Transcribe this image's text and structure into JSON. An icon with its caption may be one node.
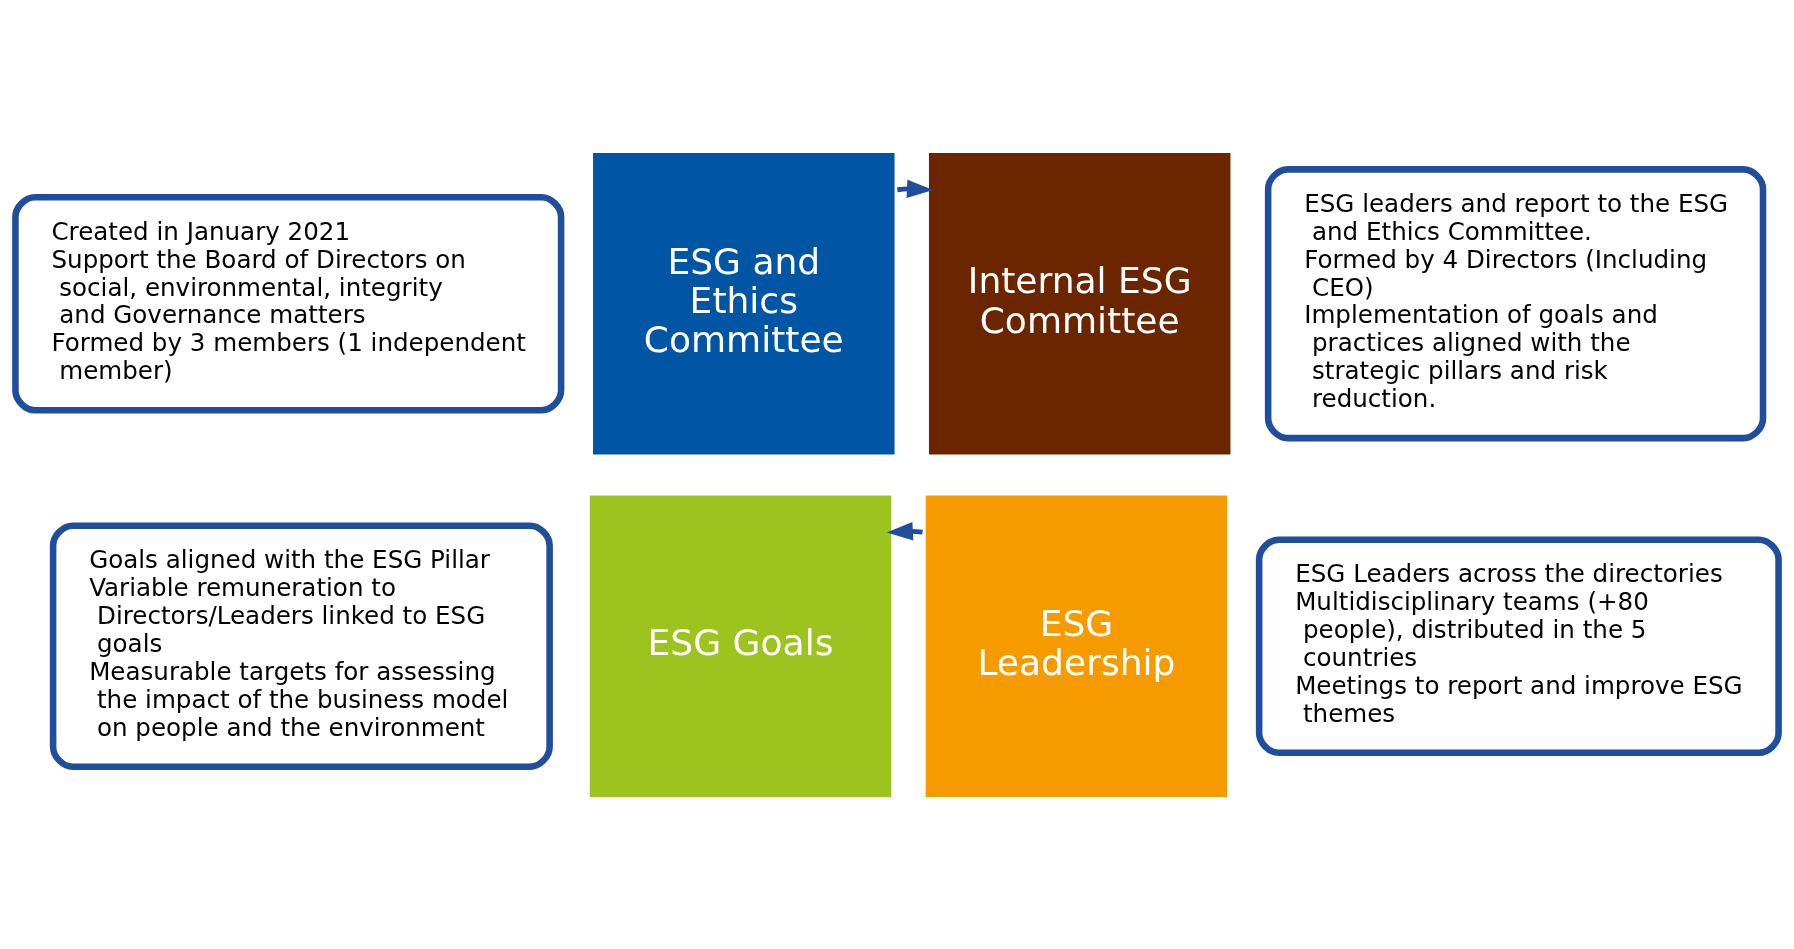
{
  "diagram": {
    "nodes": [
      {
        "text": [
          "Created in January 2021",
          "Support the Board of Directors on social, environmental, integrity and Governance matters",
          "Formed by 3 members (1 independent member)"
        ]
      },
      {
        "text": [
          "ESG leaders and report to the ESG and Ethics Committee.",
          "Formed by 4 Directors (Including CEO)",
          "Implementation of goals and practices aligned with the strategic pillars and risk reduction."
        ]
      },
      {
        "text": [
          "ESG and Ethics Committee"
        ]
      },
      {
        "text": [
          "Internal ESG Committee"
        ]
      },
      {
        "text": [
          "ESG Goals"
        ]
      },
      {
        "text": [
          "ESG Leadership"
        ]
      },
      {
        "text": [
          "Goals aligned with the ESG Pillar",
          "Variable remuneration to Directors/Leaders linked to ESG goals",
          "Measurable targets for assessing the impact of the business model on people and the environment"
        ]
      },
      {
        "text": [
          "ESG Leaders across the directories",
          "Multidisciplinary teams (+80 people), distributed in the 5 countries",
          "Meetings to report and improve ESG themes"
        ]
      }
    ],
    "edges": [
      {
        "from": 2,
        "to": 3,
        "arrow": "to"
      },
      {
        "from": 5,
        "to": 4,
        "arrow": "to"
      }
    ]
  }
}
